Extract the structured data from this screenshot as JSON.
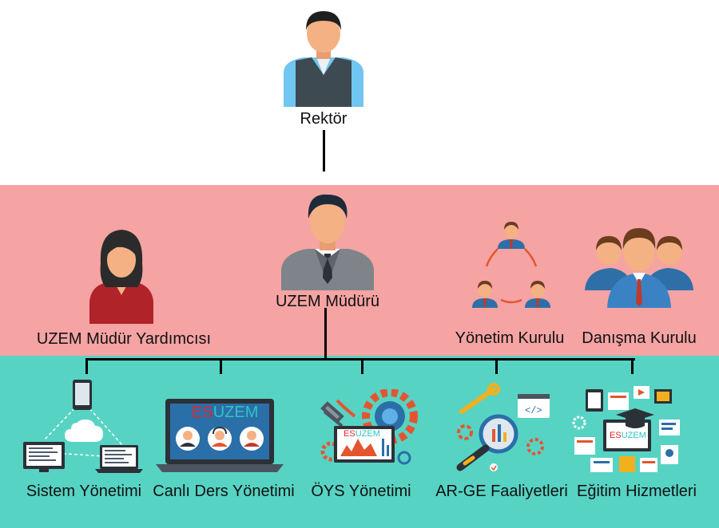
{
  "top": {
    "label": "Rektör"
  },
  "middle": {
    "director": "UZEM Müdürü",
    "deputy": "UZEM Müdür Yardımcısı",
    "board": "Yönetim Kurulu",
    "advisory": "Danışma Kurulu"
  },
  "units": [
    {
      "label": "Sistem Yönetimi",
      "icon": "network-devices-icon"
    },
    {
      "label": "Canlı Ders Yönetimi",
      "icon": "live-class-laptop-icon",
      "logo": [
        "ES",
        "UZEM"
      ]
    },
    {
      "label": "ÖYS Yönetimi",
      "icon": "lms-gears-icon",
      "logo": [
        "ES",
        "UZEM"
      ]
    },
    {
      "label": "AR-GE Faaliyetleri",
      "icon": "research-magnifier-icon"
    },
    {
      "label": "Eğitim Hizmetleri",
      "icon": "education-services-icon",
      "logo": [
        "ES",
        "UZEM"
      ]
    }
  ],
  "colors": {
    "band_middle": "#f5a3a3",
    "band_bottom": "#57d3c4",
    "line": "#000000",
    "logo_red": "#e3262b",
    "logo_teal": "#2ec4c4"
  }
}
